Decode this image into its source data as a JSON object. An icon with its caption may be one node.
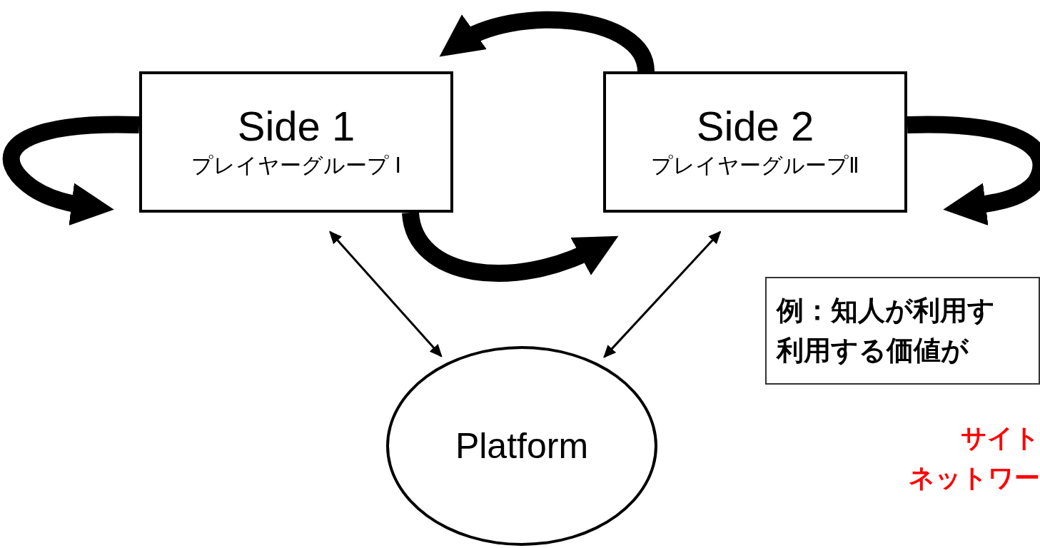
{
  "diagram": {
    "nodes": [
      {
        "text": [
          "Side 1",
          "プレイヤーグループ Ⅰ"
        ]
      },
      {
        "text": [
          "Side 2",
          "プレイヤーグループⅡ"
        ]
      },
      {
        "text": [
          "Platform"
        ]
      },
      {
        "text": [
          "例：知人が利用す利用する価値が"
        ]
      }
    ],
    "edges": [
      {
        "from": 0,
        "to": 0,
        "arrow": "to"
      },
      {
        "from": 1,
        "to": 0,
        "arrow": "to"
      },
      {
        "from": 0,
        "to": 1,
        "arrow": "to"
      },
      {
        "from": 1,
        "to": 1,
        "arrow": "to"
      },
      {
        "from": 0,
        "to": 2,
        "arrow": "both"
      },
      {
        "from": 1,
        "to": 2,
        "arrow": "both"
      }
    ],
    "labels": [
      "サイト",
      "ネットワー"
    ]
  }
}
